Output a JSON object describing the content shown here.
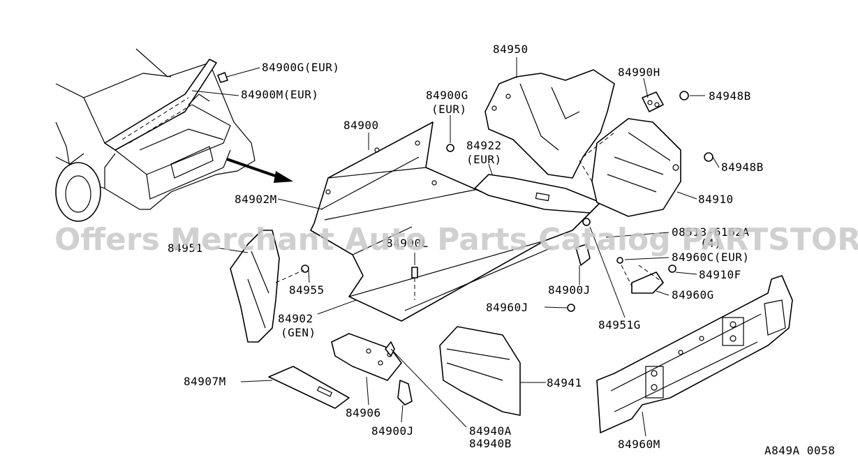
{
  "watermark": "Offers Merchant Auto Parts Catalog PARTSTORE.SA",
  "diagram_code": "A849A 0058",
  "labels": {
    "l84900g_eur_top": "84900G(EUR)",
    "l84900m_eur": "84900M(EUR)",
    "l84900g_mid": "84900G",
    "l84900g_mid_eur": "(EUR)",
    "l84900": "84900",
    "l84902m": "84902M",
    "l84922": "84922",
    "l84922_eur": "(EUR)",
    "l84950": "84950",
    "l84990h": "84990H",
    "l84948b_1": "84948B",
    "l84948b_2": "84948B",
    "l84910": "84910",
    "l08513": "08513-6162A",
    "l08513_qty": "(4)",
    "l84960c": "84960C(EUR)",
    "l84910f": "84910F",
    "l84960g": "84960G",
    "l84951": "84951",
    "l84955": "84955",
    "l84900j_mid": "84900J",
    "l84960j": "84960J",
    "l84951g": "84951G",
    "l84902": "84902",
    "l84902_gen": "(GEN)",
    "l84907m": "84907M",
    "l84906": "84906",
    "l84900j_bot": "84900J",
    "l84940a": "84940A",
    "l84940b": "84940B",
    "l84941": "84941",
    "l84960m": "84960M",
    "l84900l": "84900L"
  },
  "icons": {
    "clip": "clip-icon",
    "screw": "screw-icon",
    "arrow": "arrow-icon"
  }
}
